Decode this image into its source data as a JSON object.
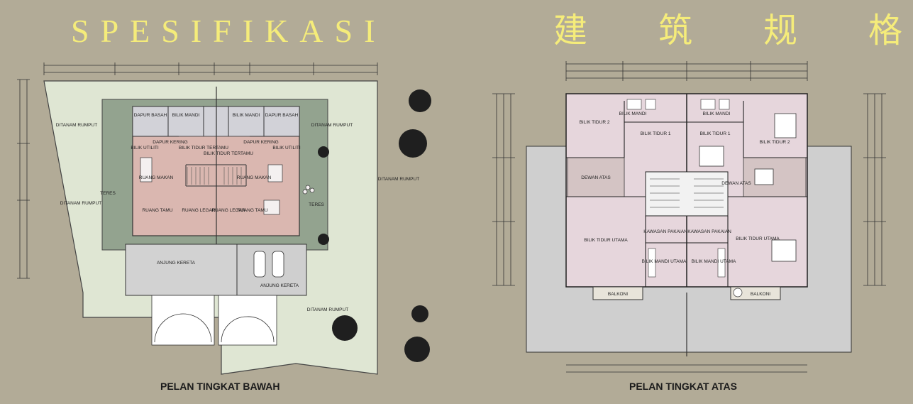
{
  "header": {
    "title_malay": "SPESIFIKASI",
    "title_chinese": "建 筑 规 格"
  },
  "ground_floor": {
    "caption": "PELAN TINGKAT BAWAH",
    "rooms": {
      "dapur_basah": "DAPUR BASAH",
      "bilik_mandi": "BILIK MANDI",
      "dapur_kering": "DAPUR KERING",
      "bilik_utiliti": "BILIK UTILITI",
      "bilik_tidur_tertamu": "BILIK TIDUR TERTAMU",
      "ruang_makan": "RUANG MAKAN",
      "ruang_tamu": "RUANG TAMU",
      "ruang_legar": "RUANG LEGAR",
      "teres": "TERES",
      "anjung_kereta": "ANJUNG KERETA",
      "ditanam_rumput": "DITANAM RUMPUT"
    }
  },
  "first_floor": {
    "caption": "PELAN TINGKAT ATAS",
    "rooms": {
      "bilik_tidur_1": "BILIK TIDUR 1",
      "bilik_tidur_2": "BILIK TIDUR 2",
      "bilik_tidur_utama": "BILIK TIDUR UTAMA",
      "bilik_mandi": "BILIK MANDI",
      "bilik_mandi_utama": "BILIK MANDI UTAMA",
      "dewan_atas": "DEWAN ATAS",
      "kawasan_pakaian": "KAWASAN PAKAIAN",
      "balkoni": "BALKONI"
    }
  },
  "colors": {
    "background": "#b2ab97",
    "title": "#f5ec7a",
    "lawn": "#dfe6d3",
    "terrace": "#93a38f",
    "interior": "#dab7b0",
    "bedroom": "#e6d6dc",
    "porch": "#d2d2d2"
  }
}
